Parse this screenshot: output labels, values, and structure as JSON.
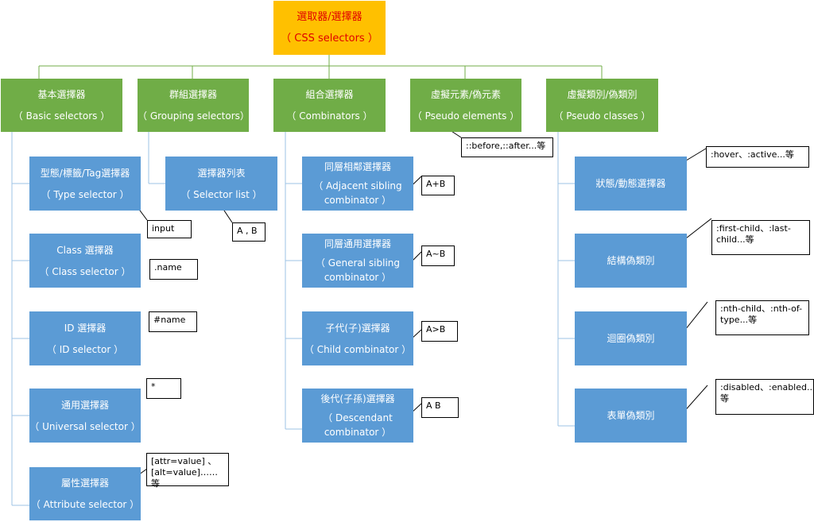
{
  "root": {
    "title": "選取器/選擇器",
    "subtitle": "（ CSS selectors ）"
  },
  "categories": [
    {
      "title": "基本選擇器",
      "subtitle": "（ Basic selectors ）"
    },
    {
      "title": "群組選擇器",
      "subtitle": "（ Grouping selectors）"
    },
    {
      "title": "組合選擇器",
      "subtitle": "（ Combinators ）"
    },
    {
      "title": "虛擬元素/偽元素",
      "subtitle": "（ Pseudo elements ）"
    },
    {
      "title": "虛擬類別/偽類別",
      "subtitle": "（ Pseudo classes ）"
    }
  ],
  "basic": [
    {
      "title": "型態/標籤/Tag選擇器",
      "subtitle": "（ Type selector ）",
      "note": "input"
    },
    {
      "title": "Class 選擇器",
      "subtitle": "（ Class selector ）",
      "note": ".name"
    },
    {
      "title": "ID 選擇器",
      "subtitle": "（ ID selector ）",
      "note": "#name"
    },
    {
      "title": "通用選擇器",
      "subtitle": "（ Universal selector ）",
      "note": "*"
    },
    {
      "title": "屬性選擇器",
      "subtitle": "（ Attribute selector ）",
      "note": "[attr=value] 、 [alt=value]……等"
    }
  ],
  "grouping": [
    {
      "title": "選擇器列表",
      "subtitle": "（ Selector list ）",
      "note": "A , B"
    }
  ],
  "combinators": [
    {
      "title": "同層相鄰選擇器",
      "subtitle": "（ Adjacent sibling combinator ）",
      "note": "A+B"
    },
    {
      "title": "同層通用選擇器",
      "subtitle": "（ General sibling combinator ）",
      "note": "A~B"
    },
    {
      "title": "子代(子)選擇器",
      "subtitle": "（ Child combinator ）",
      "note": "A>B"
    },
    {
      "title": "後代(子孫)選擇器",
      "subtitle": "（ Descendant combinator ）",
      "note": "A B"
    }
  ],
  "pseudo_elements_note": "::before,::after...等",
  "pseudo_classes": [
    {
      "title": "狀態/動態選擇器",
      "note": ":hover、:active...等"
    },
    {
      "title": "結構偽類別",
      "note": ":first-child、:last-child...等"
    },
    {
      "title": "迴圈偽類別",
      "note": ":nth-child、:nth-of-type...等"
    },
    {
      "title": "表單偽類別",
      "note": ":disabled、:enabled...等"
    }
  ],
  "colors": {
    "root": "#ffc000",
    "root_text": "#e00000",
    "category": "#70ad47",
    "leaf": "#5b9bd5",
    "connector": "#70ad47",
    "leaf_connector": "#9dc3e6"
  }
}
